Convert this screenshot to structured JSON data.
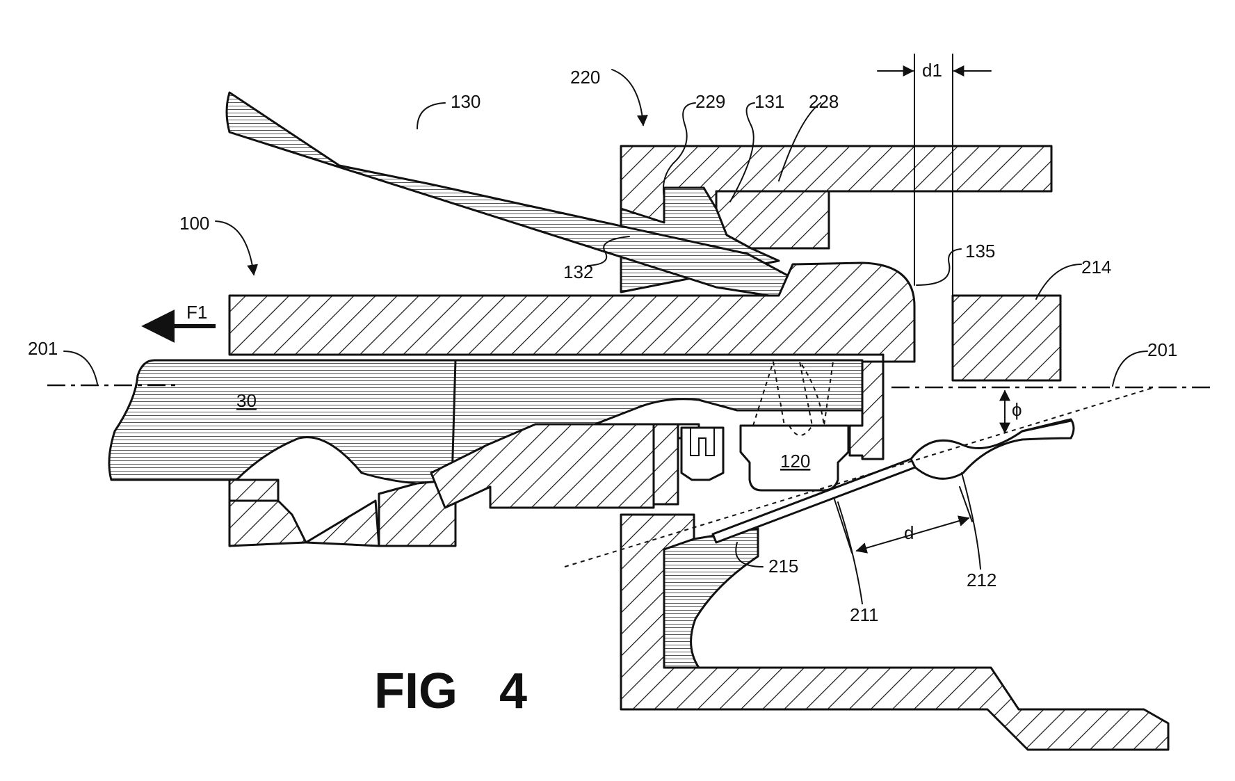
{
  "figure": {
    "title": "FIG   4"
  },
  "labels": {
    "housing_220": "220",
    "lever_130": "130",
    "ref_229": "229",
    "ref_131": "131",
    "ref_228": "228",
    "dim_d1": "d1",
    "plug_100": "100",
    "ref_132": "132",
    "ref_135": "135",
    "ref_214": "214",
    "force_f1": "F1",
    "axis_201_left": "201",
    "axis_201_right": "201",
    "cable_30": "30",
    "angle_phi": "ϕ",
    "ref_120": "120",
    "dim_d": "d",
    "ref_215": "215",
    "ref_212": "212",
    "ref_211": "211"
  }
}
